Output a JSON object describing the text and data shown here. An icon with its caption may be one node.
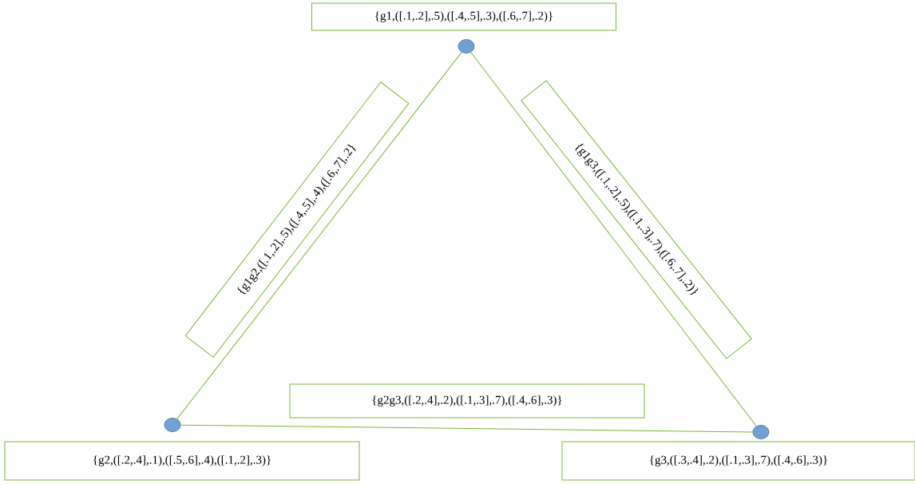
{
  "diagram": {
    "nodes": [
      {
        "text": [
          "{g1,([.1,.2],.5),([.4,.5],.3),([.6,.7],.2)}"
        ]
      },
      {
        "text": [],
        "shape": "circle"
      },
      {
        "text": [
          "{g1g2,([.1,.2],.5),([.4,.5],.4),([.6,.7],.2}"
        ]
      },
      {
        "text": [
          "{g1g3,([.1,.2],.5),([.1,.3],.7),([.6,.7],.2)}"
        ]
      },
      {
        "text": [
          "{g2g3,([.2,.4],.2),([.1,.3],.7),([.4,.6],.3)}"
        ]
      },
      {
        "text": [],
        "shape": "circle"
      },
      {
        "text": [
          "{g2,([.2,.4],.1),([.5,.6],.4),([.1,.2],.3)}"
        ]
      },
      {
        "text": [],
        "shape": "circle"
      },
      {
        "text": [
          "{g3,([.3,.4],.2),([.1,.3],.7),([.4,.6],.3)}"
        ]
      }
    ],
    "edges": [
      {
        "from": 1,
        "to": 5,
        "arrow": "none"
      },
      {
        "from": 1,
        "to": 7,
        "arrow": "none"
      },
      {
        "from": 5,
        "to": 7,
        "arrow": "none"
      }
    ]
  }
}
